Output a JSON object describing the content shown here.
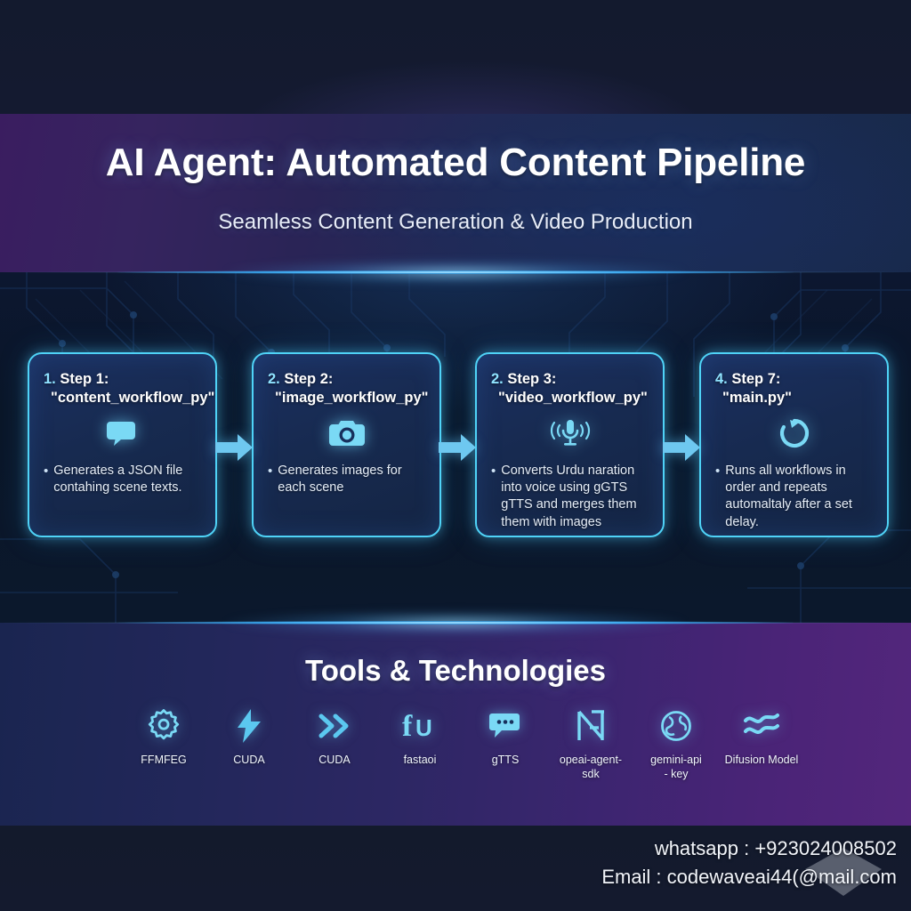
{
  "header": {
    "title": "AI Agent: Automated Content Pipeline",
    "subtitle": "Seamless Content Generation & Video Production"
  },
  "pipeline": {
    "steps": [
      {
        "number": "1.",
        "step_label": "Step 1:",
        "file": "\"content_workflow_py\"",
        "icon": "speech-bubble-icon",
        "bullet": "•",
        "description": "Generates a JSON file contahing scene texts."
      },
      {
        "number": "2.",
        "step_label": "Step 2:",
        "file": "\"image_workflow_py\"",
        "icon": "camera-icon",
        "bullet": "•",
        "description": "Generates images for each scene"
      },
      {
        "number": "2.",
        "step_label": "Step 3:",
        "file": "\"video_workflow_py\"",
        "icon": "microphone-icon",
        "bullet": "•",
        "description": "Converts Urdu naration into voice using gGTS gTTS and merges them them with images"
      },
      {
        "number": "4.",
        "step_label": "Step 7:",
        "file": "\"main.py\"",
        "icon": "refresh-icon",
        "bullet": "•",
        "description": "Runs all workflows in order and repeats automaltaly after a set delay."
      }
    ],
    "arrow_icon": "arrow-right-icon"
  },
  "tools": {
    "title": "Tools & Technologies",
    "items": [
      {
        "icon": "gear-icon",
        "label": "FFMFEG"
      },
      {
        "icon": "lightning-icon",
        "label": "CUDA"
      },
      {
        "icon": "double-chevron-icon",
        "label": "CUDA"
      },
      {
        "icon": "fastapi-logo-icon",
        "label": "fastaoi"
      },
      {
        "icon": "chat-bubble-icon",
        "label": "gTTS"
      },
      {
        "icon": "openai-sdk-icon",
        "label": "opeai-agent-sdk"
      },
      {
        "icon": "globe-icon",
        "label": "gemini-api\n- key"
      },
      {
        "icon": "waves-icon",
        "label": "Difusion Model"
      }
    ]
  },
  "footer": {
    "whatsapp": "whatsapp : +923024008502",
    "email": "Email : codewaveai44(@mail.com",
    "watermark_icon": "diamond-watermark-icon"
  },
  "colors": {
    "accent_cyan": "#4fd3f7",
    "icon_blue": "#7ad9f5",
    "arrow_blue": "#6ec8f0",
    "card_fill": "#172a50",
    "band_dark": "#0a1628",
    "purple": "#53267c"
  }
}
